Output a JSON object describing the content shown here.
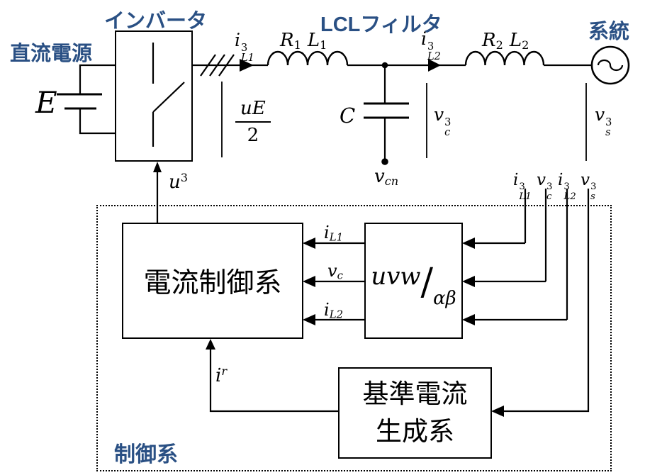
{
  "labels": {
    "dc_source": "直流電源",
    "inverter": "インバータ",
    "lcl_filter": "LCLフィルタ",
    "grid": "系統",
    "control_system": "制御系",
    "current_controller": "電流制御系",
    "reference_generator_line1": "基準電流",
    "reference_generator_line2": "生成系"
  },
  "math": {
    "E": "E",
    "iL1_3": {
      "base": "i",
      "sup": "3",
      "sub": "L1"
    },
    "iL2_3": {
      "base": "i",
      "sup": "3",
      "sub": "L2"
    },
    "vc_3": {
      "base": "v",
      "sup": "3",
      "sub": "c"
    },
    "vs_3": {
      "base": "v",
      "sup": "3",
      "sub": "s"
    },
    "R1": {
      "base": "R",
      "sub": "1"
    },
    "L1": {
      "base": "L",
      "sub": "1"
    },
    "R2": {
      "base": "R",
      "sub": "2"
    },
    "L2": {
      "base": "L",
      "sub": "2"
    },
    "uE_frac": {
      "num": "uE",
      "den": "2"
    },
    "C": "C",
    "vcn": {
      "base": "v",
      "sub": "cn"
    },
    "u3": {
      "base": "u",
      "sup": "3"
    },
    "iL1": {
      "base": "i",
      "sub": "L1"
    },
    "vc": {
      "base": "v",
      "sub": "c"
    },
    "iL2": {
      "base": "i",
      "sub": "L2"
    },
    "ir": {
      "base": "i",
      "sup": "r"
    },
    "transform": {
      "num": "uvw",
      "slash": "/",
      "den": "αβ"
    }
  },
  "colors": {
    "label_blue": "#2A5084",
    "line_black": "#000000"
  }
}
